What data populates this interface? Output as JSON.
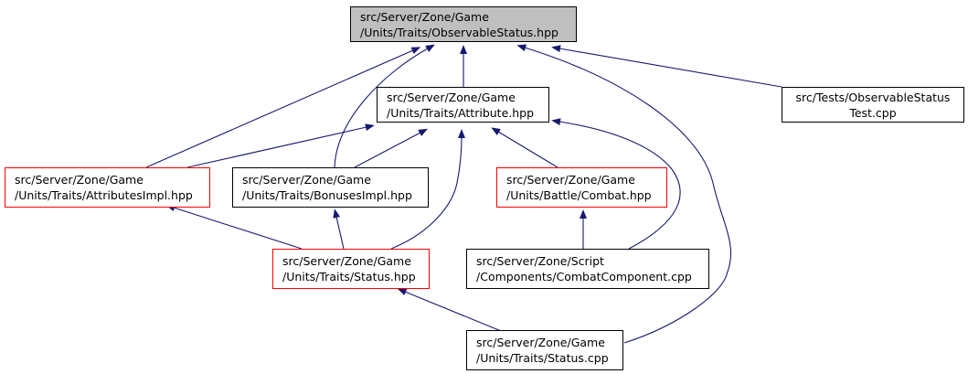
{
  "colors": {
    "edge": "#191970",
    "border_default": "#000000",
    "border_incomplete": "#ff0000",
    "focus_fill": "#bfbfbf"
  },
  "nodes": {
    "observable_status": {
      "line1": "src/Server/Zone/Game",
      "line2": "/Units/Traits/ObservableStatus.hpp"
    },
    "attribute": {
      "line1": "src/Server/Zone/Game",
      "line2": "/Units/Traits/Attribute.hpp"
    },
    "observable_status_test": {
      "line1": "src/Tests/ObservableStatus",
      "line2": "Test.cpp"
    },
    "attributes_impl": {
      "line1": "src/Server/Zone/Game",
      "line2": "/Units/Traits/AttributesImpl.hpp"
    },
    "bonuses_impl": {
      "line1": "src/Server/Zone/Game",
      "line2": "/Units/Traits/BonusesImpl.hpp"
    },
    "combat_hpp": {
      "line1": "src/Server/Zone/Game",
      "line2": "/Units/Battle/Combat.hpp"
    },
    "status_hpp": {
      "line1": "src/Server/Zone/Game",
      "line2": "/Units/Traits/Status.hpp"
    },
    "combat_component": {
      "line1": "src/Server/Zone/Script",
      "line2": "/Components/CombatComponent.cpp"
    },
    "status_cpp": {
      "line1": "src/Server/Zone/Game",
      "line2": "/Units/Traits/Status.cpp"
    }
  }
}
